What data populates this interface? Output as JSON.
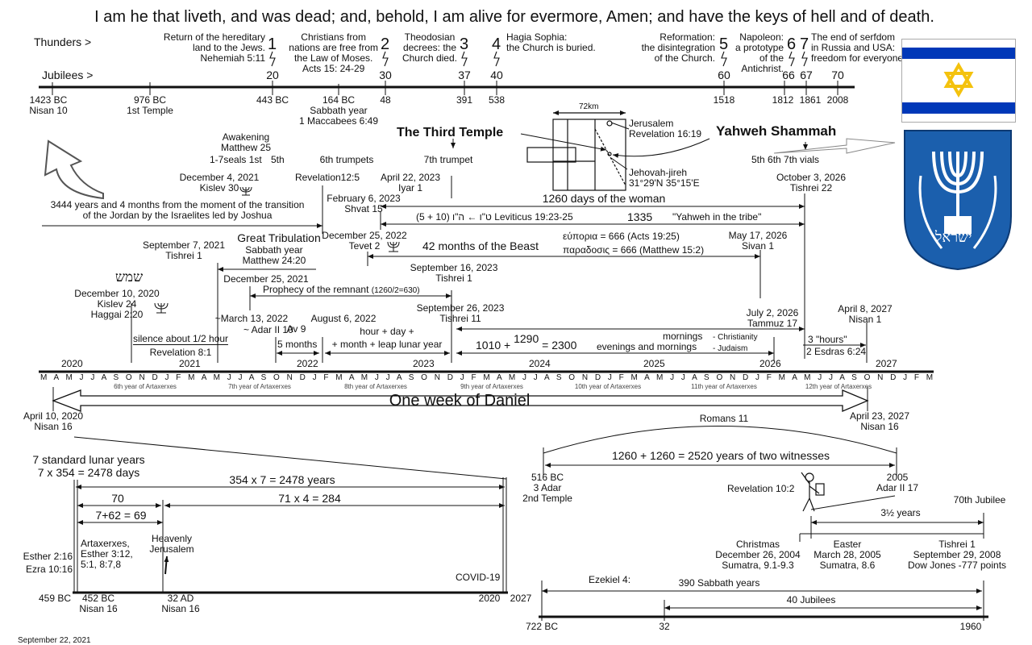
{
  "title": "I am he that liveth, and was dead; and, behold, I am alive for evermore, Amen; and have the keys of hell and of death.",
  "row_labels": {
    "thunders": "Thunders >",
    "jubilees": "Jubilees >"
  },
  "thunders": [
    {
      "num": "1",
      "text": [
        "Return of the hereditary",
        "land to the Jews.",
        "Nehemiah 5:11"
      ]
    },
    {
      "num": "2",
      "text": [
        "Christians from",
        "nations are free from",
        "the Law of Moses.",
        "Acts 15: 24-29"
      ]
    },
    {
      "num": "3",
      "text": [
        "Theodosian",
        "decrees: the",
        "Church died."
      ]
    },
    {
      "num": "4",
      "text": [
        "Hagia Sophia:",
        "the Church is buried."
      ]
    },
    {
      "num": "5",
      "text": [
        "Reformation:",
        "the disintegration",
        "of the Church."
      ]
    },
    {
      "num": "6",
      "text": [
        "Napoleon:",
        "a prototype",
        "of the",
        "Antichrist."
      ]
    },
    {
      "num": "7",
      "text": [
        "The end of serfdom",
        "in Russia and USA:",
        "freedom for everyone."
      ]
    }
  ],
  "jubilee_nums": [
    "20",
    "30",
    "37",
    "40",
    "60",
    "66",
    "67",
    "70"
  ],
  "top_dates": [
    {
      "a": "1423 BC",
      "b": "Nisan 10"
    },
    {
      "a": "976 BC",
      "b": "1st Temple"
    },
    {
      "a": "443 BC",
      "b": ""
    },
    {
      "a": "164 BC",
      "b": "Sabbath year",
      "c": "1 Maccabees 6:49"
    },
    {
      "a": "48",
      "b": ""
    },
    {
      "a": "391",
      "b": ""
    },
    {
      "a": "538",
      "b": ""
    },
    {
      "a": "1518",
      "b": ""
    },
    {
      "a": "1812",
      "b": ""
    },
    {
      "a": "1861",
      "b": ""
    },
    {
      "a": "2008",
      "b": ""
    }
  ],
  "temple": {
    "scale": "72km",
    "third_temple": "The Third Temple",
    "yahweh_shammah": "Yahweh Shammah",
    "jerusalem": [
      "Jerusalem",
      "Revelation 16:19"
    ],
    "jireh": [
      "Jehovah-jireh",
      "31°29'N 35°15'E"
    ]
  },
  "mid": {
    "awakening": [
      "Awakening",
      "Matthew 25"
    ],
    "seals": "1-7seals 1st",
    "fifth": "5th",
    "dec2021": [
      "December 4, 2021",
      "Kislev 30"
    ],
    "sixth_trumpets": "6th trumpets",
    "rev125": "Revelation12:5",
    "seventh_trumpet": "7th trumpet",
    "apr2023": [
      "April 22, 2023",
      "Iyar 1"
    ],
    "vials": "5th 6th   7th  vials",
    "oct2026": [
      "October 3, 2026",
      "Tishrei 22"
    ],
    "feb2023": [
      "February 6, 2023",
      "Shvat 15"
    ],
    "transition": [
      "3444 years and 4 months from the moment of the transition",
      "of the Jordan by the Israelites led by Joshua"
    ],
    "days1260": "1260 days of the woman",
    "lev": "(5 + 10) ט\"ו ← ה\"ו     Leviticus 19:23-25",
    "n1335": "1335",
    "tribe": "\"Yahweh in the tribe\"",
    "sep2021": [
      "September 7, 2021",
      "Tishrei 1"
    ],
    "great_trib": "Great Tribulation",
    "sabbath_year": [
      "Sabbath year",
      "Matthew 24:20"
    ],
    "dec2022": [
      "December 25, 2022",
      "Tevet 2"
    ],
    "months42": "42 months of the Beast",
    "greek": [
      "εύπορια = 666  (Acts 19:25)",
      "παραδοσις = 666 (Matthew 15:2)"
    ],
    "may2026": [
      "May 17, 2026",
      "Sivan 1"
    ],
    "shemesh": "שמש",
    "dec2020": [
      "December 10, 2020",
      "Kislev 24",
      "Haggai 2:20"
    ],
    "sep2023a": [
      "September 16, 2023",
      "Tishrei 1"
    ],
    "dec2021b": "December 25, 2021",
    "remnant": "Prophecy of the remnant ",
    "remnant_small": "(1260/2=630)",
    "sep2023b": [
      "September 26, 2023",
      "Tishrei 11"
    ],
    "mar2022": "~March 13, 2022",
    "adar": "~ Adar II 10",
    "aug2022": [
      "August 6, 2022",
      "Av 9"
    ],
    "hour": [
      "hour + day +",
      "+ month + leap lunar year"
    ],
    "silence": [
      "silence about 1/2  hour",
      "Revelation 8:1"
    ],
    "months5": "5 months",
    "formula_a": "1010 + ",
    "formula_b": "1290",
    "formula_c": " = 2300",
    "mornings": [
      "mornings",
      "evenings and mornings"
    ],
    "christianity": "- Christianity",
    "judaism": "- Judaism",
    "jul2026": [
      "July 2, 2026",
      "Tammuz 17"
    ],
    "apr2027": [
      "April 8, 2027",
      "Nisan 1"
    ],
    "hours3": "3 \"hours\"",
    "esdras": "2 Esdras 6:24"
  },
  "years": [
    "2020",
    "2021",
    "2022",
    "2023",
    "2024",
    "2025",
    "2026",
    "2027"
  ],
  "month_letters": "M A M J J A S O N D J F M A M J J A S O N D J F M A M J J A S O N D J F M A M J J A S O N D J F M A M J J A S O N D J F M A M J J A S O N D J F M A M J J A S O N D J F M A M J J A S O",
  "artaxerxes": [
    "6th year of Artaxerxes",
    "7th year of Artaxerxes",
    "8th year of Artaxerxes",
    "9th year of Artaxerxes",
    "10th year of Artaxerxes",
    "11th year of Artaxerxes",
    "12th year of Artaxerxes"
  ],
  "week_daniel": "One week of Daniel",
  "week_start": [
    "April 10, 2020",
    "Nisan 16"
  ],
  "week_end": [
    "April 23, 2027",
    "Nisan 16"
  ],
  "lower_left": {
    "lunar": [
      "7 standard lunar years",
      "7 x 354 = 2478 days"
    ],
    "years2478": "354 x 7 = 2478 years",
    "n70": "70",
    "n69": "7+62 = 69",
    "n284": "71 x 4 = 284",
    "esther_ezra": [
      "Esther 2:16",
      "Ezra 10:16"
    ],
    "artax": [
      "Artaxerxes,",
      "Esther 3:12,",
      "5:1, 8:7,8"
    ],
    "heavenly": [
      "Heavenly",
      "Jerusalem"
    ],
    "covid": "COVID-19",
    "bc459": "459 BC",
    "bc452": [
      "452 BC",
      "Nisan 16"
    ],
    "ad32": [
      "32 AD",
      "Nisan 16"
    ],
    "y2020": "2020",
    "y2027": "2027"
  },
  "lower_right": {
    "romans": "Romans 11",
    "witnesses": "1260 + 1260 = 2520 years of two witnesses",
    "bc516": [
      "516 BC",
      "3 Adar",
      "2nd Temple"
    ],
    "y2005": [
      "2005",
      "Adar II 17"
    ],
    "rev102": "Revelation 10:2",
    "jubilee70": "70th Jubilee",
    "years35": "3½ years",
    "christmas": [
      "Christmas",
      "December 26, 2004",
      "Sumatra, 9.1-9.3"
    ],
    "easter": [
      "Easter",
      "March 28, 2005",
      "Sumatra, 8.6"
    ],
    "tishrei": [
      "Tishrei  1",
      "September 29, 2008",
      "Dow Jones -777 points"
    ],
    "ezekiel": "Ezekiel 4:",
    "sabbath390": "390 Sabbath years",
    "jubilees40": "40 Jubilees",
    "bc722": "722 BC",
    "n32": "32",
    "n1960": "1960"
  },
  "footer_date": "September 22, 2021",
  "emblem_text": "ישראל",
  "colors": {
    "flag_blue": "#0038b8",
    "emblem_blue": "#1b5fad",
    "star_yellow": "#f4c20d"
  }
}
